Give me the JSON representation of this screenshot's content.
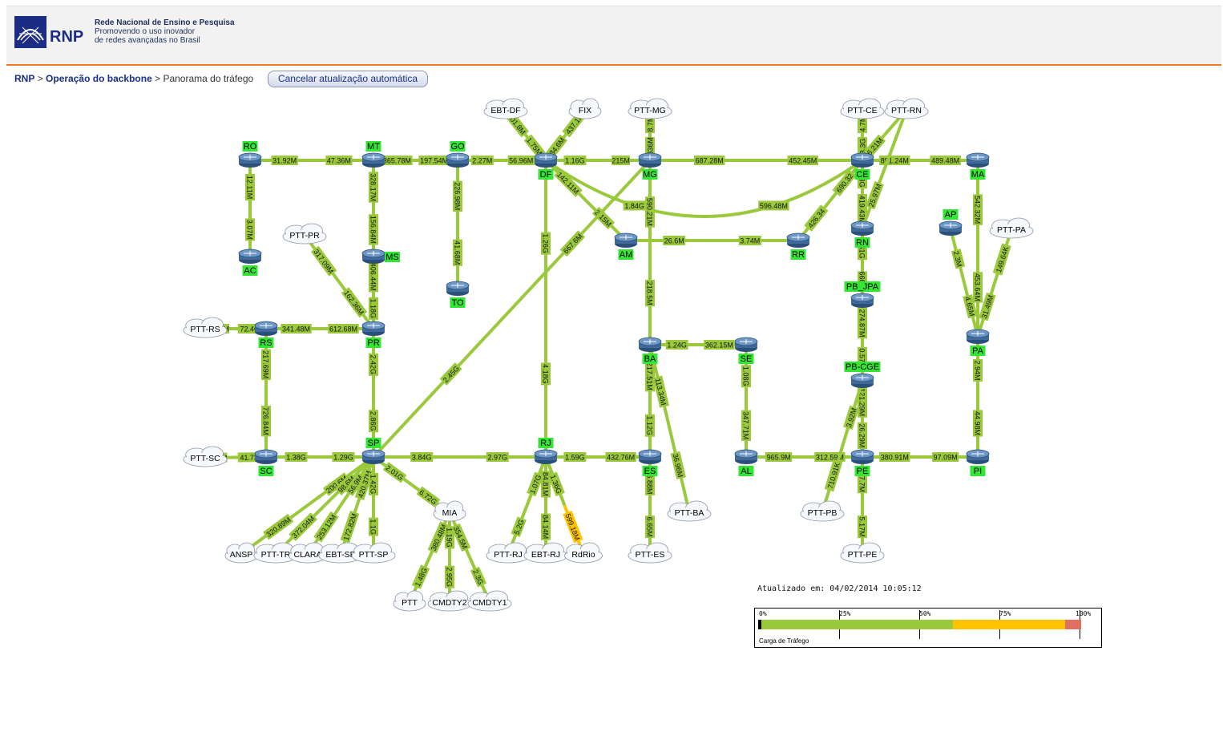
{
  "header": {
    "logo_text": "RNP",
    "org_name": "Rede Nacional de Ensino e Pesquisa",
    "tagline1": "Promovendo o uso inovador",
    "tagline2": "de redes avançadas no Brasil"
  },
  "breadcrumb": {
    "root": "RNP",
    "sep": ">",
    "section": "Operação do backbone",
    "page": "Panorama do tráfego"
  },
  "cancel_button": "Cancelar atualização automática",
  "updated": "Atualizado em: 04/02/2014 10:05:12",
  "legend": {
    "caption": "Carga de Tráfego",
    "ticks": [
      "0%",
      "25%",
      "50%",
      "75%",
      "100%"
    ],
    "colors": {
      "low": "#9ac93b",
      "mid": "#ffc300",
      "high": "#e07060"
    }
  },
  "routers": [
    {
      "id": "RO",
      "label": "RO"
    },
    {
      "id": "MT",
      "label": "MT"
    },
    {
      "id": "GO",
      "label": "GO"
    },
    {
      "id": "DF",
      "label": "DF"
    },
    {
      "id": "MG",
      "label": "MG"
    },
    {
      "id": "CE",
      "label": "CE"
    },
    {
      "id": "MA",
      "label": "MA"
    },
    {
      "id": "AC",
      "label": "AC"
    },
    {
      "id": "MS",
      "label": "MS"
    },
    {
      "id": "TO",
      "label": "TO"
    },
    {
      "id": "AM",
      "label": "AM"
    },
    {
      "id": "RR",
      "label": "RR"
    },
    {
      "id": "RN",
      "label": "RN"
    },
    {
      "id": "AP",
      "label": "AP"
    },
    {
      "id": "PB_JPA",
      "label": "PB_JPA"
    },
    {
      "id": "RS",
      "label": "RS"
    },
    {
      "id": "PR",
      "label": "PR"
    },
    {
      "id": "BA",
      "label": "BA"
    },
    {
      "id": "SE",
      "label": "SE"
    },
    {
      "id": "PA",
      "label": "PA"
    },
    {
      "id": "PB_CGE",
      "label": "PB-CGE"
    },
    {
      "id": "SP",
      "label": "SP"
    },
    {
      "id": "RJ",
      "label": "RJ"
    },
    {
      "id": "ES",
      "label": "ES"
    },
    {
      "id": "AL",
      "label": "AL"
    },
    {
      "id": "PE",
      "label": "PE"
    },
    {
      "id": "PI",
      "label": "PI"
    },
    {
      "id": "SC",
      "label": "SC"
    }
  ],
  "clouds": [
    {
      "id": "EBT_DF",
      "label": "EBT-DF"
    },
    {
      "id": "FIX",
      "label": "FIX"
    },
    {
      "id": "PTT_MG",
      "label": "PTT-MG"
    },
    {
      "id": "PTT_CE",
      "label": "PTT-CE"
    },
    {
      "id": "PTT_RN",
      "label": "PTT-RN"
    },
    {
      "id": "PTT_PR",
      "label": "PTT-PR"
    },
    {
      "id": "PTT_PA",
      "label": "PTT-PA"
    },
    {
      "id": "PTT_RS",
      "label": "PTT-RS"
    },
    {
      "id": "PTT_SC",
      "label": "PTT-SC"
    },
    {
      "id": "MIA",
      "label": "MIA"
    },
    {
      "id": "PTT_BA",
      "label": "PTT-BA"
    },
    {
      "id": "PTT_PB",
      "label": "PTT-PB"
    },
    {
      "id": "ANSP",
      "label": "ANSP"
    },
    {
      "id": "PTT_TR",
      "label": "PTT-TR"
    },
    {
      "id": "CLARA",
      "label": "CLARA"
    },
    {
      "id": "EBT_SP",
      "label": "EBT-SP"
    },
    {
      "id": "PTT_SP",
      "label": "PTT-SP"
    },
    {
      "id": "PTT_RJ",
      "label": "PTT-RJ"
    },
    {
      "id": "EBT_RJ",
      "label": "EBT-RJ"
    },
    {
      "id": "RdRio",
      "label": "RdRio"
    },
    {
      "id": "PTT_ES",
      "label": "PTT-ES"
    },
    {
      "id": "PTT_PE",
      "label": "PTT-PE"
    },
    {
      "id": "PTT",
      "label": "PTT"
    },
    {
      "id": "CMDTY2",
      "label": "CMDTY2"
    },
    {
      "id": "CMDTY1",
      "label": "CMDTY1"
    }
  ],
  "links": [
    {
      "a": "RO",
      "b": "MT",
      "va": "31.92M",
      "vb": "47.36M"
    },
    {
      "a": "MT",
      "b": "GO",
      "va": "365.78M",
      "vb": "197.54M"
    },
    {
      "a": "GO",
      "b": "DF",
      "va": "2.27M",
      "vb": "56.96M"
    },
    {
      "a": "DF",
      "b": "MG",
      "va": "1.16G",
      "vb": "215M"
    },
    {
      "a": "MG",
      "b": "CE",
      "va": "687.28M",
      "vb": "452.45M"
    },
    {
      "a": "CE",
      "b": "MA",
      "va": "891.24M",
      "vb": "489.48M"
    },
    {
      "a": "RO",
      "b": "AC",
      "va": "12.11M",
      "vb": "3.07M"
    },
    {
      "a": "MT",
      "b": "MS",
      "va": "328.17M",
      "vb": "156.84M"
    },
    {
      "a": "GO",
      "b": "TO",
      "va": "226.98M",
      "vb": "41.68M"
    },
    {
      "a": "DF",
      "b": "EBT_DF",
      "va": "1.75M",
      "vb": "101.8M"
    },
    {
      "a": "DF",
      "b": "FIX",
      "va": "34.6M",
      "vb": "437.1K"
    },
    {
      "a": "MG",
      "b": "PTT_MG",
      "va": "836M",
      "vb": "8.7M"
    },
    {
      "a": "CE",
      "b": "PTT_CE",
      "va": "3.3G",
      "vb": "4.7M"
    },
    {
      "a": "CE",
      "b": "PTT_RN",
      "va": "6.21M",
      "vb": ""
    },
    {
      "a": "DF",
      "b": "AM",
      "va": "142.11M",
      "vb": "2.15M"
    },
    {
      "a": "DF",
      "b": "CE",
      "va": "1.84G",
      "vb": "596.48M"
    },
    {
      "a": "AM",
      "b": "RR",
      "va": "26.6M",
      "vb": "3.74M"
    },
    {
      "a": "RR",
      "b": "CE",
      "va": "426.34",
      "vb": "690.32"
    },
    {
      "a": "CE",
      "b": "RN",
      "va": "1.3G",
      "vb": "419.43M"
    },
    {
      "a": "RN",
      "b": "PTT_RN",
      "va": "25.97M",
      "vb": ""
    },
    {
      "a": "RN",
      "b": "PB_JPA",
      "va": "1.61G",
      "vb": "666M"
    },
    {
      "a": "PB_JPA",
      "b": "PB_CGE",
      "va": "274.87M",
      "vb": "0.57M"
    },
    {
      "a": "MA",
      "b": "PA",
      "va": "542.32M",
      "vb": "453.64M"
    },
    {
      "a": "AP",
      "b": "PA",
      "va": "2.3M",
      "vb": "4.65M"
    },
    {
      "a": "PTT_PA",
      "b": "PA",
      "va": "149.64K",
      "vb": "31.49M"
    },
    {
      "a": "PA",
      "b": "PI",
      "va": "2.94M",
      "vb": "44.98M"
    },
    {
      "a": "MG",
      "b": "BA",
      "va": "590.21M",
      "vb": "218.5M"
    },
    {
      "a": "MG",
      "b": "SP",
      "va": "667.6M",
      "vb": "2.45G"
    },
    {
      "a": "DF",
      "b": "RJ",
      "va": "1.26G",
      "vb": "4.18G"
    },
    {
      "a": "MS",
      "b": "PR",
      "va": "406.44M",
      "vb": "1.18G"
    },
    {
      "a": "PTT_PR",
      "b": "PR",
      "va": "317.09M",
      "vb": "162.36M"
    },
    {
      "a": "PTT_RS",
      "b": "RS",
      "va": "27M",
      "vb": "72.46"
    },
    {
      "a": "RS",
      "b": "PR",
      "va": "341.48M",
      "vb": "612.68M"
    },
    {
      "a": "RS",
      "b": "SC",
      "va": "217.69M",
      "vb": "726.84M"
    },
    {
      "a": "PR",
      "b": "SP",
      "va": "2.42G",
      "vb": "2.86G"
    },
    {
      "a": "BA",
      "b": "SE",
      "va": "1.24G",
      "vb": "362.15M"
    },
    {
      "a": "BA",
      "b": "ES",
      "va": "217.51M",
      "vb": "1.12G"
    },
    {
      "a": "BA",
      "b": "PTT_BA",
      "va": "113.34M",
      "vb": "36.96M"
    },
    {
      "a": "SE",
      "b": "AL",
      "va": "1.08G",
      "vb": "347.71M"
    },
    {
      "a": "PTT_SC",
      "b": "SC",
      "va": "5M",
      "vb": "41.73"
    },
    {
      "a": "SC",
      "b": "SP",
      "va": "1.38G",
      "vb": "1.29G"
    },
    {
      "a": "SP",
      "b": "RJ",
      "va": "3.84G",
      "vb": "2.97G"
    },
    {
      "a": "RJ",
      "b": "ES",
      "va": "1.59G",
      "vb": "432.76M"
    },
    {
      "a": "AL",
      "b": "PE",
      "va": "965.9M",
      "vb": "312.59M"
    },
    {
      "a": "PE",
      "b": "PI",
      "va": "380.91M",
      "vb": "97.09M"
    },
    {
      "a": "PB_CGE",
      "b": "PE",
      "va": "121.29M",
      "vb": "26.29M"
    },
    {
      "a": "PB_CGE",
      "b": "PTT_PB",
      "va": "3.92M",
      "vb": "710.91K"
    },
    {
      "a": "PE",
      "b": "PTT_PE",
      "va": "7.7M",
      "vb": "5.17M"
    },
    {
      "a": "ES",
      "b": "PTT_ES",
      "va": "6.88M",
      "vb": "6.65M"
    },
    {
      "a": "SP",
      "b": "MIA",
      "va": "2.01G",
      "vb": "6.72G"
    },
    {
      "a": "SP",
      "b": "ANSP",
      "va": "200.6M",
      "vb": "320.89M"
    },
    {
      "a": "SP",
      "b": "PTT_TR",
      "va": "98.6M",
      "vb": "372.04M"
    },
    {
      "a": "SP",
      "b": "CLARA",
      "va": "56.9M",
      "vb": "253.12M"
    },
    {
      "a": "SP",
      "b": "EBT_SP",
      "va": "420.37M",
      "vb": "172.82M"
    },
    {
      "a": "SP",
      "b": "PTT_SP",
      "va": "1.42G",
      "vb": "1.1G"
    },
    {
      "a": "RJ",
      "b": "PTT_RJ",
      "va": "1.07G",
      "vb": "5.2G"
    },
    {
      "a": "RJ",
      "b": "EBT_RJ",
      "va": "84.81M",
      "vb": "84.14M"
    },
    {
      "a": "RJ",
      "b": "RdRio",
      "va": "1.36G",
      "vb": "599.18M",
      "hot": true
    },
    {
      "a": "MIA",
      "b": "PTT",
      "va": "380.48M",
      "vb": "1.48G"
    },
    {
      "a": "MIA",
      "b": "CMDTY2",
      "va": "1.19G",
      "vb": "2.95G"
    },
    {
      "a": "MIA",
      "b": "CMDTY1",
      "va": "354.5M",
      "vb": "2.3G"
    }
  ]
}
